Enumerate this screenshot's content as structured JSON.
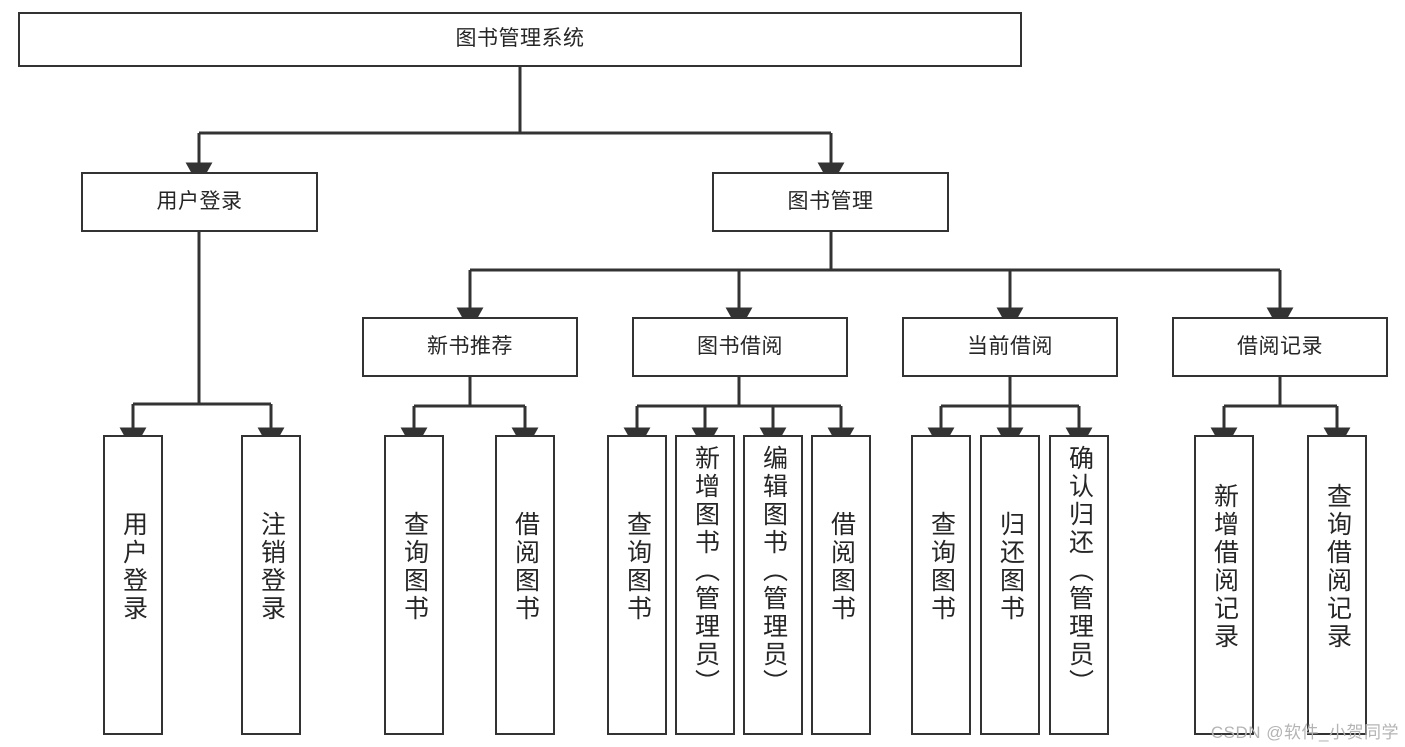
{
  "diagram": {
    "type": "tree-hierarchy",
    "title": "图书管理系统",
    "watermark": "CSDN @软件_小贺同学",
    "colors": {
      "stroke": "#333333",
      "node_fill": "#ffffff",
      "text": "#262626",
      "watermark": "#b4b4b4",
      "background": "#ffffff"
    },
    "nodes": {
      "root": {
        "label": "图书管理系统",
        "level": 1
      },
      "l2": [
        {
          "id": "user-login",
          "label": "用户登录",
          "level": 2
        },
        {
          "id": "book-manage",
          "label": "图书管理",
          "level": 2
        }
      ],
      "l3": [
        {
          "id": "new-book-recommend",
          "label": "新书推荐",
          "level": 3,
          "parent": "book-manage"
        },
        {
          "id": "book-borrow",
          "label": "图书借阅",
          "level": 3,
          "parent": "book-manage"
        },
        {
          "id": "current-borrow",
          "label": "当前借阅",
          "level": 3,
          "parent": "book-manage"
        },
        {
          "id": "borrow-record",
          "label": "借阅记录",
          "level": 3,
          "parent": "book-manage"
        }
      ],
      "leaves": [
        {
          "id": "leaf-user-login",
          "label": "用户登录",
          "parent": "user-login"
        },
        {
          "id": "leaf-user-logout",
          "label": "注销登录",
          "parent": "user-login"
        },
        {
          "id": "leaf-query-book-1",
          "label": "查询图书",
          "parent": "new-book-recommend"
        },
        {
          "id": "leaf-borrow-book-1",
          "label": "借阅图书",
          "parent": "new-book-recommend"
        },
        {
          "id": "leaf-query-book-2",
          "label": "查询图书",
          "parent": "book-borrow"
        },
        {
          "id": "leaf-add-book",
          "label": "新增图书（管理员）",
          "parent": "book-borrow"
        },
        {
          "id": "leaf-edit-book",
          "label": "编辑图书（管理员）",
          "parent": "book-borrow"
        },
        {
          "id": "leaf-borrow-book-2",
          "label": "借阅图书",
          "parent": "book-borrow"
        },
        {
          "id": "leaf-query-book-3",
          "label": "查询图书",
          "parent": "current-borrow"
        },
        {
          "id": "leaf-return-book",
          "label": "归还图书",
          "parent": "current-borrow"
        },
        {
          "id": "leaf-confirm-return",
          "label": "确认归还（管理员）",
          "parent": "current-borrow"
        },
        {
          "id": "leaf-add-record",
          "label": "新增借阅记录",
          "parent": "borrow-record"
        },
        {
          "id": "leaf-query-record",
          "label": "查询借阅记录",
          "parent": "borrow-record"
        }
      ]
    }
  }
}
